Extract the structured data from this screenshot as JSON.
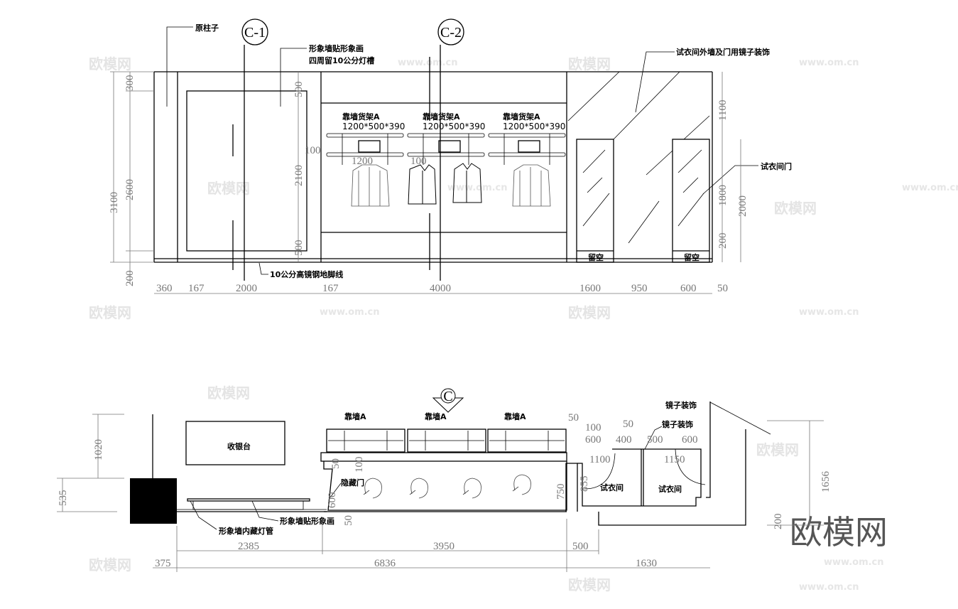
{
  "watermark": {
    "brand": "欧模网",
    "url": "www.om.cn"
  },
  "elevation": {
    "section_marks": [
      "C-1",
      "C-2"
    ],
    "labels": {
      "column": "原柱子",
      "image_wall_line1": "形象墙贴形象画",
      "image_wall_line2": "四周留10公分灯槽",
      "mirror_wall": "试衣间外墙及门用镜子装饰",
      "fitting_door": "试衣间门",
      "skirting": "10公分高镜钢地脚线",
      "void": "留空"
    },
    "shelf_name": "靠墙货架A",
    "shelf_spec": "1200*500*390",
    "left_dims": [
      "3100",
      "300",
      "2600",
      "200"
    ],
    "inner_dims": [
      "500",
      "2100",
      "500",
      "100",
      "1200",
      "100"
    ],
    "right_dims": [
      "1100",
      "1800",
      "200",
      "2000"
    ],
    "bottom_dims": [
      "360",
      "167",
      "2000",
      "167",
      "4000",
      "1600",
      "950",
      "600",
      "50"
    ]
  },
  "plan": {
    "section_mark": "C",
    "labels": {
      "cashier": "收银台",
      "hidden_door": "隐藏门",
      "image_wall_painting": "形象墙贴形象画",
      "hidden_light": "形象墙内藏灯管",
      "mirror_decor": "镜子装饰",
      "fitting_room": "试衣间"
    },
    "shelf_label_mirrored": "靠墙A",
    "left_dims": [
      "1020",
      "535"
    ],
    "inner_dims": [
      "50",
      "100",
      "600",
      "50"
    ],
    "right_top_dims": [
      "50",
      "100",
      "50",
      "600",
      "400",
      "500",
      "600",
      "1100",
      "1150",
      "855",
      "750"
    ],
    "far_right_dims": [
      "1656",
      "200"
    ],
    "bottom_dims_row1": [
      "2385",
      "3950",
      "500"
    ],
    "bottom_dims_row2": [
      "375",
      "6836",
      "1630"
    ]
  }
}
